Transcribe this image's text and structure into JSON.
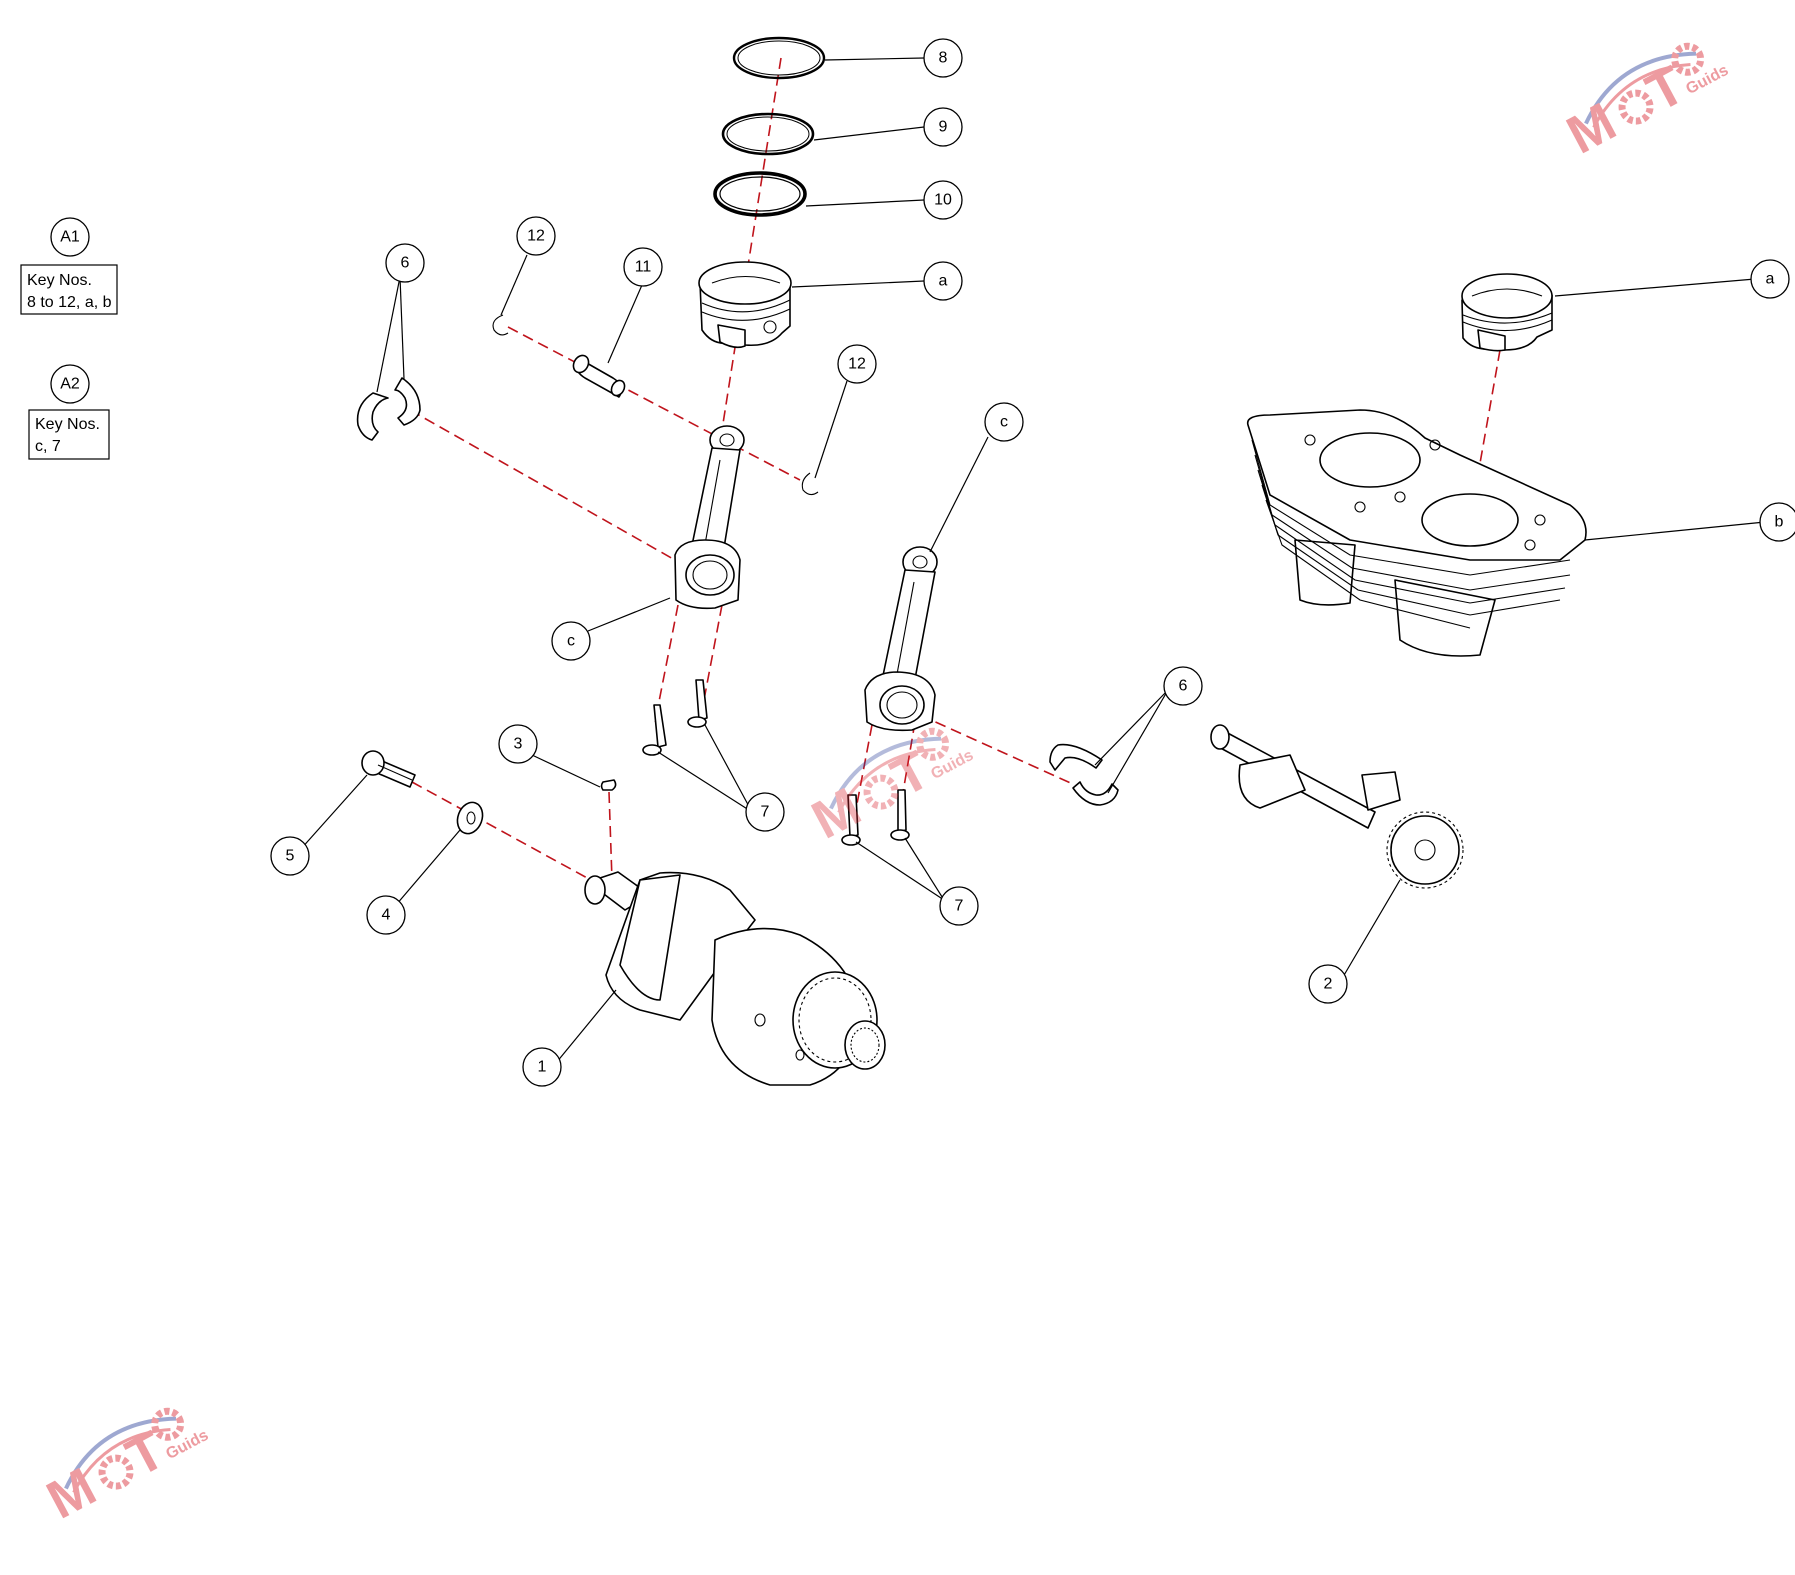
{
  "groups": [
    {
      "id": "A1",
      "lines": [
        "Key Nos.",
        "8 to 12, a, b"
      ]
    },
    {
      "id": "A2",
      "lines": [
        "Key Nos.",
        "c, 7"
      ]
    }
  ],
  "callouts": {
    "c1": "1",
    "c2": "2",
    "c3": "3",
    "c4": "4",
    "c5": "5",
    "c6a": "6",
    "c6b": "6",
    "c7a": "7",
    "c7b": "7",
    "c8": "8",
    "c9": "9",
    "c10": "10",
    "c11": "11",
    "c12a": "12",
    "c12b": "12",
    "ca1": "a",
    "ca2": "a",
    "cb": "b",
    "cc1": "c",
    "cc2": "c"
  },
  "watermark": {
    "main": "MOTO",
    "sub": "Guids"
  },
  "colors": {
    "axis": "#c0141c",
    "watermark_red": "#d9232e",
    "watermark_blue": "#2b3f9a"
  }
}
